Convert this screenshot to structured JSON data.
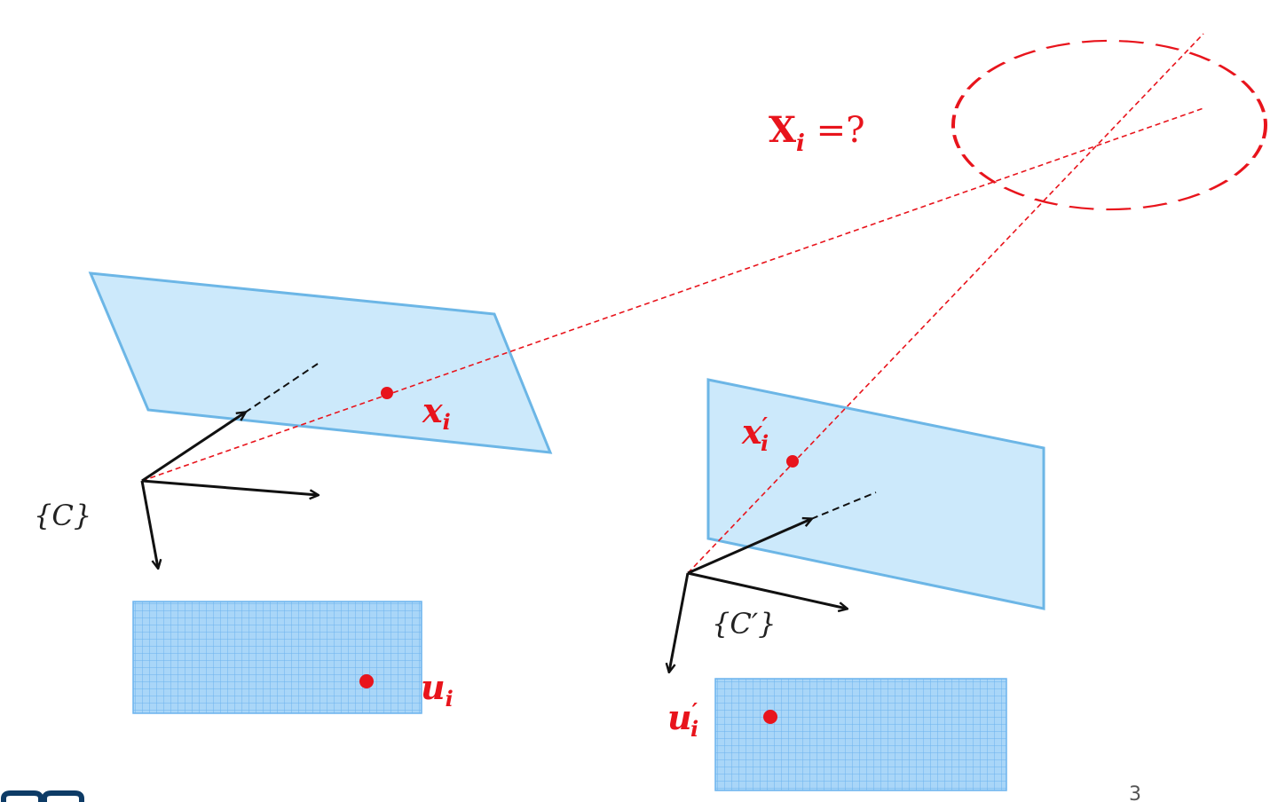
{
  "labels": {
    "point_3d_symbol": "X",
    "point_3d_subscript": "i",
    "point_3d_question": " =?",
    "x_left": "x",
    "x_left_sub": "i",
    "x_right": "x",
    "x_right_prime": "′",
    "x_right_sub": "i",
    "u_left": "u",
    "u_left_sub": "i",
    "u_right": "u",
    "u_right_prime": "′",
    "u_right_sub": "i",
    "frame_left": "{C}",
    "frame_right": "{C′}"
  },
  "page_number": "3",
  "colors": {
    "plane_fill": "#cce9fb",
    "plane_stroke": "#6cb6e6",
    "grid_fill": "#a9d6f8",
    "grid_line": "#6cb3ee",
    "ray": "#e8141c",
    "axis": "#111111",
    "logo": "#0d3b66"
  },
  "icons": {
    "logo": "logo-icon"
  }
}
